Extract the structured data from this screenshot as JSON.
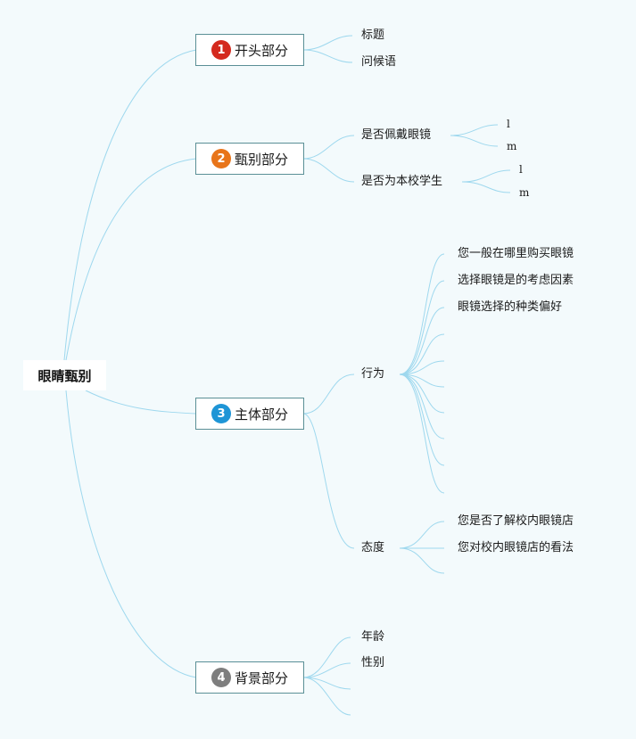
{
  "root": {
    "label": "眼睛甄别"
  },
  "branches": [
    {
      "number": "1",
      "label": "开头部分",
      "color": "#d42a1e"
    },
    {
      "number": "2",
      "label": "甄别部分",
      "color": "#e8751a"
    },
    {
      "number": "3",
      "label": "主体部分",
      "color": "#1e95d6"
    },
    {
      "number": "4",
      "label": "背景部分",
      "color": "#7e7e7e"
    }
  ],
  "b1": {
    "items": [
      "标题",
      "问候语"
    ]
  },
  "b2": {
    "items": [
      "是否佩戴眼镜",
      "是否为本校学生"
    ],
    "q1_options": [
      "l",
      "m"
    ],
    "q2_options": [
      "l",
      "m"
    ]
  },
  "b3": {
    "groups": [
      "行为",
      "态度"
    ],
    "behavior": [
      "您一般在哪里购买眼镜",
      "选择眼镜是的考虑因素",
      "眼镜选择的种类偏好"
    ],
    "attitude": [
      "您是否了解校内眼镜店",
      "您对校内眼镜店的看法"
    ]
  },
  "b4": {
    "items": [
      "年龄",
      "性别"
    ]
  }
}
